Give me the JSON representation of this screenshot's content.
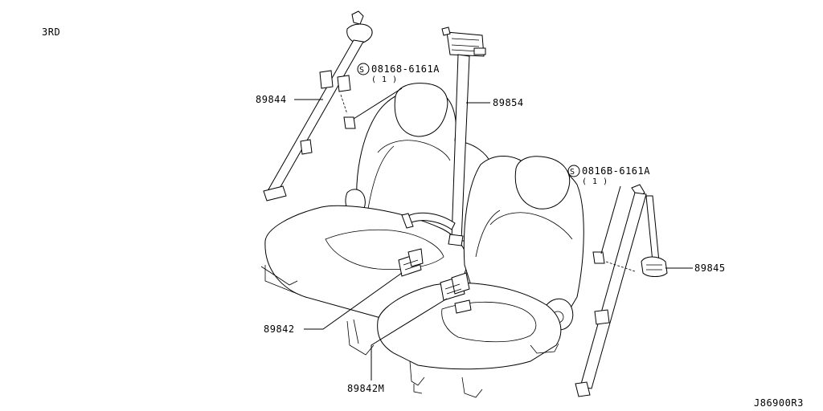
{
  "section_label": "3RD",
  "diagram_code": "J86900R3",
  "callouts": [
    {
      "id": "89844",
      "text": "89844"
    },
    {
      "id": "89854",
      "text": "89854"
    },
    {
      "id": "89845",
      "text": "89845"
    },
    {
      "id": "89842",
      "text": "89842"
    },
    {
      "id": "89842M",
      "text": "89842M"
    }
  ],
  "bolts": [
    {
      "code": "08168-6161A",
      "qty": "( 1 )",
      "symbol": "S"
    },
    {
      "code": "0816B-6161A",
      "qty": "( 1 )",
      "symbol": "S"
    }
  ]
}
